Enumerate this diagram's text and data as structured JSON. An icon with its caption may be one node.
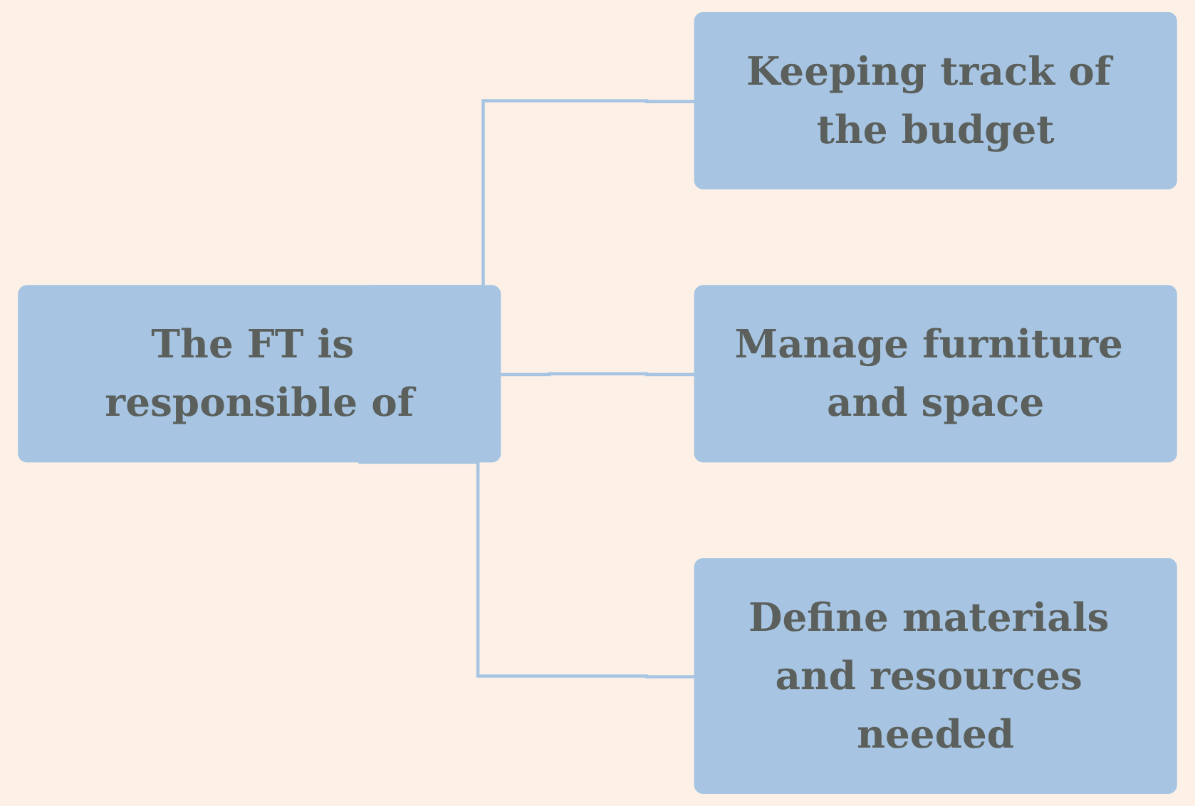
{
  "diagram": {
    "nodes": [
      {
        "text": [
          "The FT is responsible of"
        ]
      },
      {
        "text": [
          "Keeping track of the budget"
        ]
      },
      {
        "text": [
          "Manage furniture and space"
        ]
      },
      {
        "text": [
          "Define materials and resources needed"
        ]
      }
    ],
    "edges": [
      {
        "from": 0,
        "to": 1,
        "arrow": "none"
      },
      {
        "from": 0,
        "to": 2,
        "arrow": "none"
      },
      {
        "from": 0,
        "to": 3,
        "arrow": "none"
      }
    ]
  }
}
